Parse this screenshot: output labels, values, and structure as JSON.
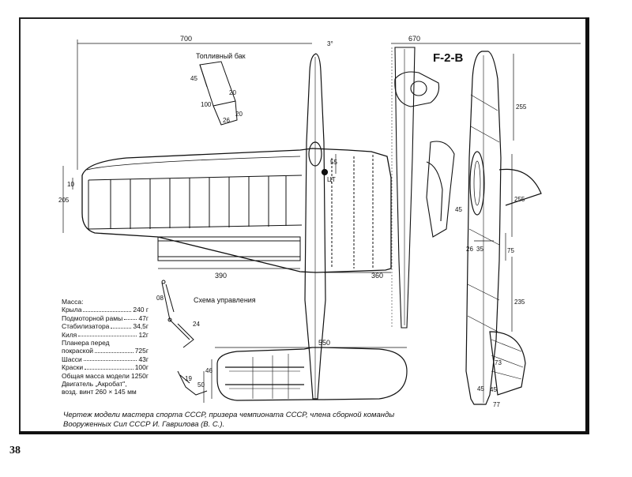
{
  "model_name": "F-2-В",
  "labels": {
    "fuel_tank": "Топливный бак",
    "control_scheme": "Схема управления",
    "lt_mark": "ЦТ"
  },
  "dimensions": {
    "wingspan_half": "700",
    "fuselage_len": "670",
    "angle": "3°",
    "tank_h": "45",
    "tank_w": "100",
    "tank_a": "20",
    "tank_b": "26",
    "tank_c": "20",
    "wing_chord": "205",
    "wing_thick": "10",
    "cg_pos": "55",
    "aileron_len": "390",
    "tail_moment": "360",
    "stab_span": "550",
    "stab_h1": "46",
    "stab_h2": "50",
    "fuse_h1": "255",
    "fuse_h2": "255",
    "fuse_h3": "235",
    "fuse_h4": "75",
    "fin_a": "45",
    "fin_b": "35",
    "fin_c": "26",
    "fin_d": "73",
    "fin_e": "45",
    "fin_f": "77",
    "dim_08": "08",
    "dim_24": "24",
    "dim_19": "19",
    "dim_45b": "45"
  },
  "mass": {
    "title": "Масса:",
    "rows": [
      {
        "name": "Крыла",
        "value": "240 г"
      },
      {
        "name": "Подмоторной рамы",
        "value": "47г"
      },
      {
        "name": "Стабилизатора",
        "value": "34,5г"
      },
      {
        "name": "Киля",
        "value": "12г"
      },
      {
        "name": "Планера перед",
        "value": ""
      },
      {
        "name": "покраской",
        "value": "725г"
      },
      {
        "name": "Шасси",
        "value": "43г"
      },
      {
        "name": "Краски",
        "value": "100г"
      },
      {
        "name": "Общая масса модели",
        "value": "1250г"
      }
    ],
    "engine": "Двигатель „Акробат\",",
    "prop": "возд. винт  260 × 145  мм"
  },
  "caption": "Чертеж модели мастера спорта СССР, призера чемпионата СССР, члена сборной команды Вооруженных Сил СССР И. Гаврилова (В. С.).",
  "page_number": "38"
}
